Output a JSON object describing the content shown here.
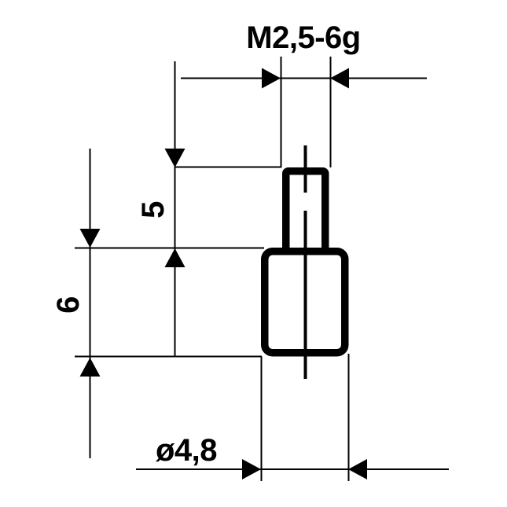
{
  "drawing": {
    "type": "technical-dimension-drawing",
    "part": "threaded measuring insert",
    "labels": {
      "thread": "M2,5-6g",
      "stud_length": "5",
      "body_length": "6",
      "diameter": "ø4,8"
    },
    "colors": {
      "line": "#000000",
      "background": "#ffffff"
    }
  }
}
